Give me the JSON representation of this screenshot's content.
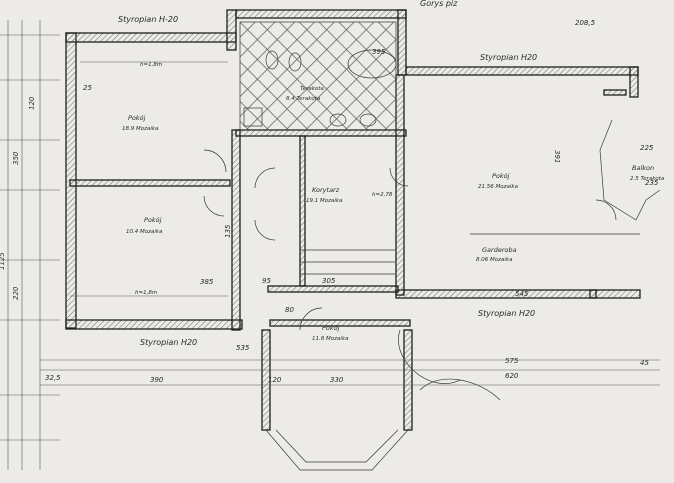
{
  "header": {
    "top_label": "Styropian H-20",
    "top_right_label": "Gorys piz",
    "top_right_label2": "Styropian H20"
  },
  "rooms": {
    "pokoj_a": {
      "name": "Pokój",
      "area_floor": "18.9 Mozaika"
    },
    "pokoj_b": {
      "name": "Pokój",
      "area_floor": "10.4 Mozaika"
    },
    "pokoj_c": {
      "name": "Pokój",
      "area_floor": "21.56 Mozaika"
    },
    "pokoj_d": {
      "name": "Pokój",
      "area_floor": "11.8 Mozaika"
    },
    "korytarz": {
      "name": "Korytarz",
      "area_floor": "19.1 Mozaika"
    },
    "garderoba": {
      "name": "Garderoba",
      "area_floor": "8.06 Mozaika"
    },
    "balkon": {
      "name": "Balkon",
      "area_floor": "2.5 Terakota"
    },
    "lazienka": {
      "name": "Terakota",
      "area_floor": "8.4 Terakota"
    }
  },
  "labels": {
    "styro_bottom": "Styropian H20",
    "styro_right": "Styropian H20",
    "h_mark_a": "h=1,8m",
    "h_mark_b": "h=1,8m",
    "h_mark_c": "h=2,78",
    "dim_385": "385",
    "dim_390": "390",
    "dim_330": "330",
    "dim_305": "305",
    "dim_575": "575",
    "dim_620": "620",
    "dim_545": "545",
    "dim_535": "535",
    "dim_45": "45",
    "dim_325": "32,5",
    "dim_120": "120",
    "dim_95": "95",
    "dim_80": "80",
    "dim_135": "135",
    "dim_120b": "120",
    "dim_2085": "208,5",
    "dim_395": "395",
    "dim_25": "25",
    "dim_391": "391",
    "dim_235": "235",
    "dim_225": "225",
    "dim_1125": "1125",
    "dim_220": "220",
    "dim_350": "350"
  },
  "colors": {
    "paper": "#ecebe7",
    "line": "#1e1e1e",
    "hatch": "#6a6a6a",
    "watermark": "#c9c6c0"
  }
}
